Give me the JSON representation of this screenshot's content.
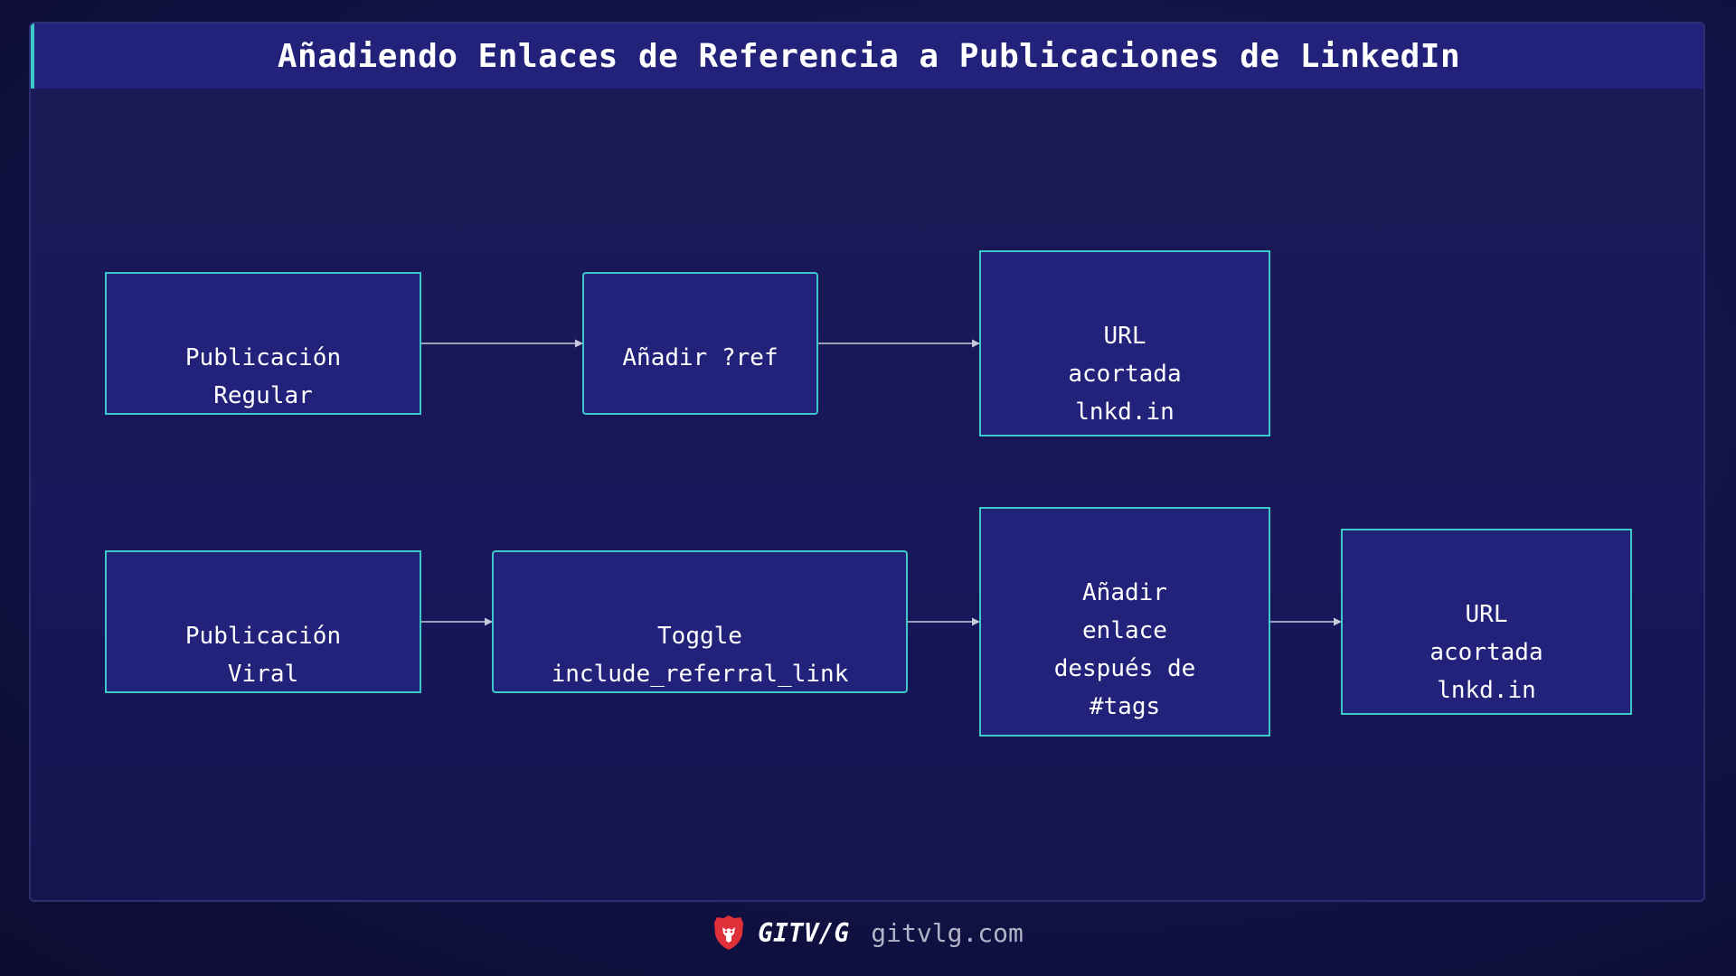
{
  "title": "Añadiendo Enlaces de Referencia a Publicaciones de LinkedIn",
  "colors": {
    "background": "#13134a",
    "node_fill": "#22227a",
    "node_border": "#3cc8c8",
    "edge": "#c8c8dc",
    "text": "#ffffff",
    "logo": "#e0303a"
  },
  "nodes": [
    {
      "id": "regular",
      "label": "Publicación\nRegular"
    },
    {
      "id": "add_ref",
      "label": "Añadir ?ref"
    },
    {
      "id": "short_url_1",
      "label": "URL\nacortada\nlnkd.in"
    },
    {
      "id": "viral",
      "label": "Publicación\nViral"
    },
    {
      "id": "toggle",
      "label": "Toggle\ninclude_referral_link"
    },
    {
      "id": "add_link",
      "label": "Añadir\nenlace\ndespués de\n#tags"
    },
    {
      "id": "short_url_2",
      "label": "URL\nacortada\nlnkd.in"
    }
  ],
  "edges": [
    {
      "from": "regular",
      "to": "add_ref"
    },
    {
      "from": "add_ref",
      "to": "short_url_1"
    },
    {
      "from": "viral",
      "to": "toggle"
    },
    {
      "from": "toggle",
      "to": "add_link"
    },
    {
      "from": "add_link",
      "to": "short_url_2"
    }
  ],
  "footer": {
    "logo_icon": "lion-shield-icon",
    "brand": "GITV/G",
    "site": "gitvlg.com"
  }
}
